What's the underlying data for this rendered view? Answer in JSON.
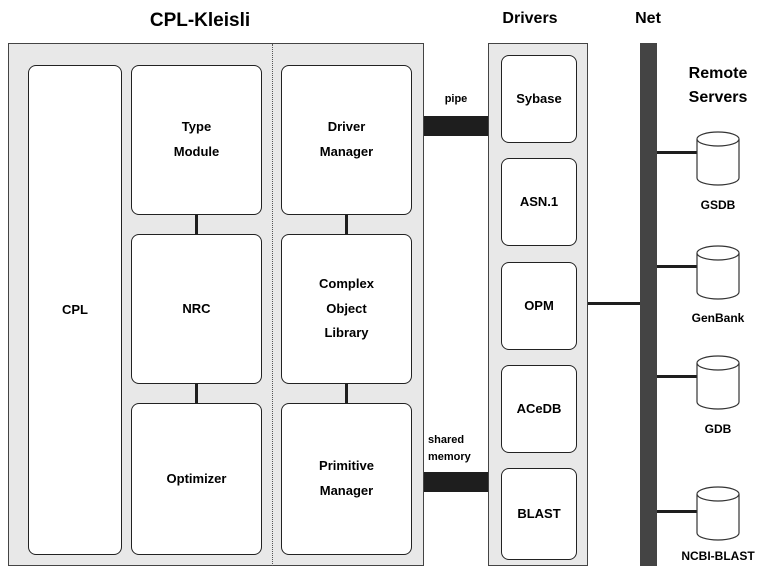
{
  "kleisli": {
    "title": "CPL-Kleisli",
    "column1": {
      "cpl": "CPL"
    },
    "column2": {
      "type_module": [
        "Type",
        "Module"
      ],
      "nrc": "NRC",
      "optimizer": "Optimizer"
    },
    "column3": {
      "driver_manager": [
        "Driver",
        "Manager"
      ],
      "complex_object_library": [
        "Complex",
        "Object",
        "Library"
      ],
      "primitive_manager": [
        "Primitive",
        "Manager"
      ]
    }
  },
  "connections": {
    "pipe": "pipe",
    "shared_memory": [
      "shared",
      "memory"
    ]
  },
  "drivers": {
    "title": "Drivers",
    "items": [
      "Sybase",
      "ASN.1",
      "OPM",
      "ACeDB",
      "BLAST"
    ]
  },
  "net": {
    "title": "Net"
  },
  "remote_servers": {
    "title": [
      "Remote",
      "Servers"
    ],
    "items": [
      "GSDB",
      "GenBank",
      "GDB",
      "NCBI-BLAST"
    ]
  }
}
